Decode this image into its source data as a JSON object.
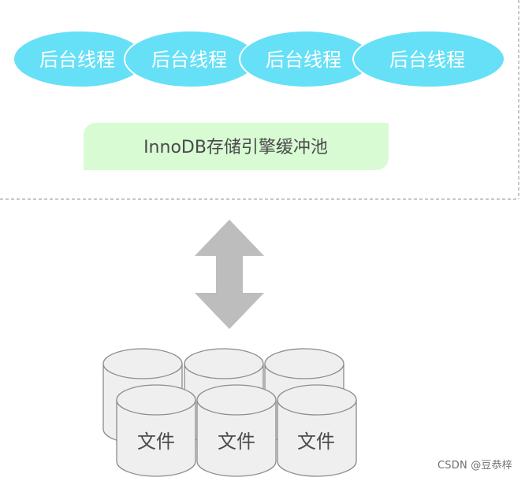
{
  "memory": {
    "threads": [
      {
        "label": "后台线程"
      },
      {
        "label": "后台线程"
      },
      {
        "label": "后台线程"
      },
      {
        "label": "后台线程"
      }
    ],
    "buffer_pool": {
      "label": "InnoDB存储引擎缓冲池"
    }
  },
  "disk": {
    "files": [
      {
        "label": "文件"
      },
      {
        "label": "文件"
      },
      {
        "label": "文件"
      }
    ]
  },
  "watermark": "CSDN @豆恭梓",
  "colors": {
    "thread_fill": "#66e0f6",
    "thread_stroke": "#ffffff",
    "buffer_fill": "#d8fbd4",
    "arrow_fill": "#bdbdbd",
    "cylinder_fill": "#efefef",
    "cylinder_stroke": "#8c8c8c",
    "dashed_border": "#b5b5b5",
    "text": "#4a4a4a"
  }
}
